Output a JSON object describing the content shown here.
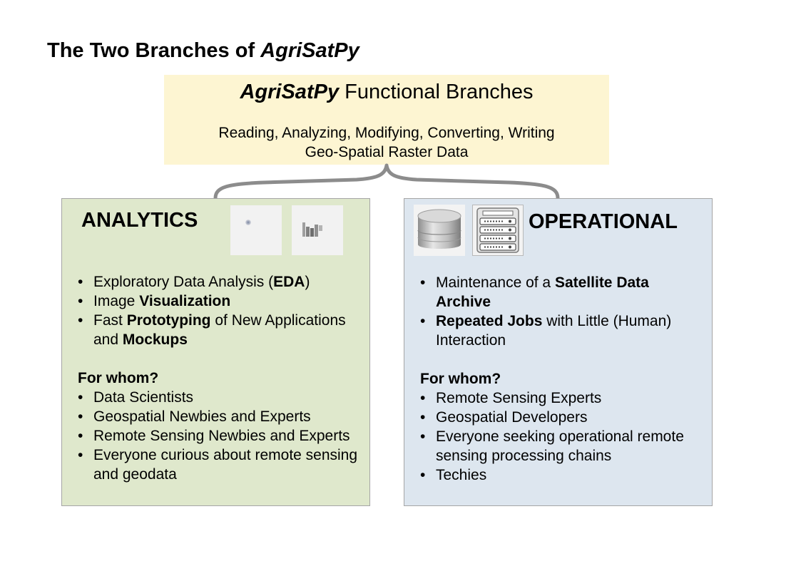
{
  "title": {
    "prefix": "The Two Branches of ",
    "emphasis": "AgriSatPy"
  },
  "top_box": {
    "heading_emphasis": "AgriSatPy",
    "heading_rest": " Functional Branches",
    "desc_line1": "Reading, Analyzing, Modifying, Converting, Writing",
    "desc_line2": "Geo-Spatial Raster Data"
  },
  "analytics": {
    "title": "ANALYTICS",
    "bullets": [
      {
        "p1": "Exploratory Data Analysis (",
        "b1": "EDA",
        "p2": ")",
        "b2": "",
        "p3": ""
      },
      {
        "p1": "Image ",
        "b1": "Visualization",
        "p2": "",
        "b2": "",
        "p3": ""
      },
      {
        "p1": "Fast ",
        "b1": "Prototyping",
        "p2": " of New Applications and ",
        "b2": "Mockups",
        "p3": ""
      }
    ],
    "for_whom": "For whom?",
    "audience": [
      "Data Scientists",
      "Geospatial Newbies and Experts",
      "Remote Sensing Newbies and Experts",
      "Everyone curious about remote sensing and geodata"
    ]
  },
  "operational": {
    "title": "OPERATIONAL",
    "bullets": [
      {
        "p1": "Maintenance of a ",
        "b1": "Satellite Data Archive",
        "p2": "",
        "b2": "",
        "p3": ""
      },
      {
        "p1": "",
        "b1": "Repeated Jobs",
        "p2": " with Little (Human) Interaction",
        "b2": "",
        "p3": ""
      }
    ],
    "for_whom": "For whom?",
    "audience": [
      "Remote Sensing Experts",
      "Geospatial Developers",
      "Everyone seeking operational remote sensing processing chains",
      "Techies"
    ]
  },
  "colors": {
    "top_box": "#fdf5d2",
    "analytics_panel": "#dfe8cc",
    "operational_panel": "#dde6ef",
    "brace": "#8c8c8c"
  },
  "icons": [
    "scatter-thumbnail-icon",
    "bar-chart-thumbnail-icon",
    "database-icon",
    "server-rack-icon"
  ]
}
